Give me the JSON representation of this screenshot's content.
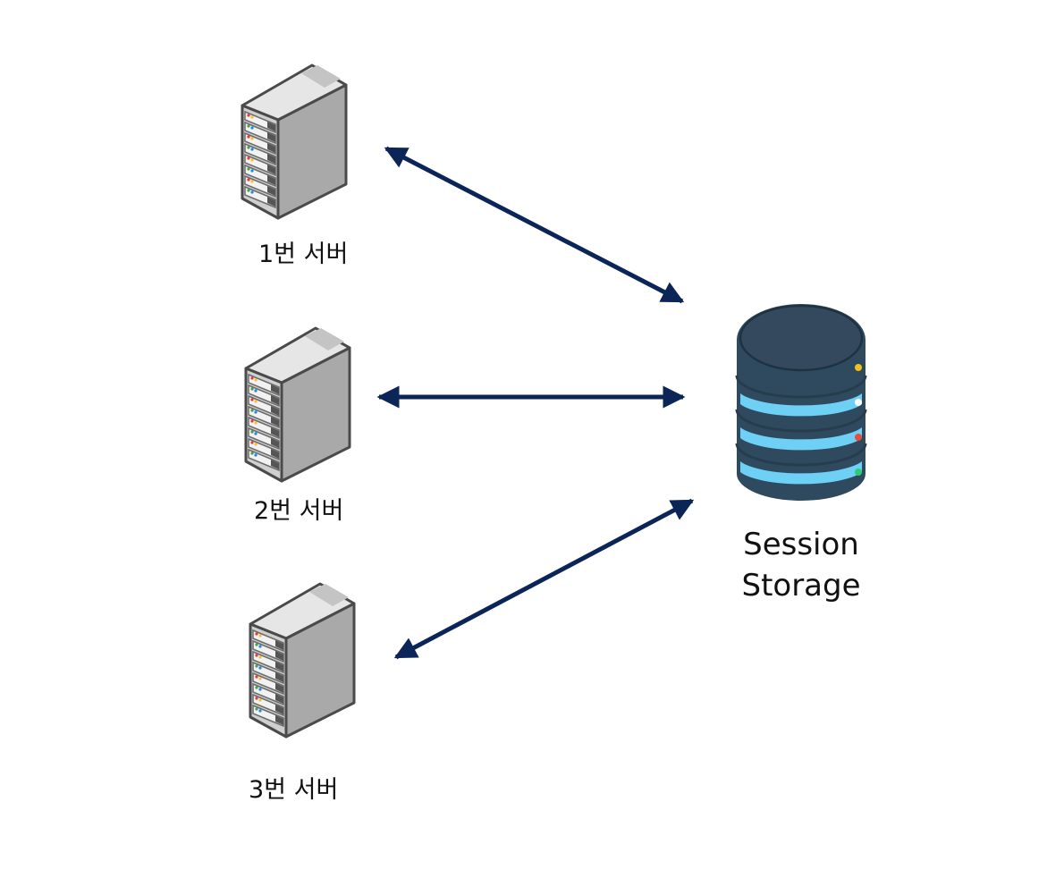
{
  "servers": [
    {
      "label": "1번 서버"
    },
    {
      "label": "2번 서버"
    },
    {
      "label": "3번 서버"
    }
  ],
  "storage": {
    "line1": "Session",
    "line2": "Storage"
  },
  "colors": {
    "arrow": "#0b2559",
    "db_body": "#2f4a5e",
    "db_ring": "#6fd0f5",
    "server_front": "#a9a9a9",
    "server_top": "#e6e6e6",
    "server_outline": "#4a4a4a"
  },
  "icons": [
    "server-icon",
    "database-icon"
  ]
}
